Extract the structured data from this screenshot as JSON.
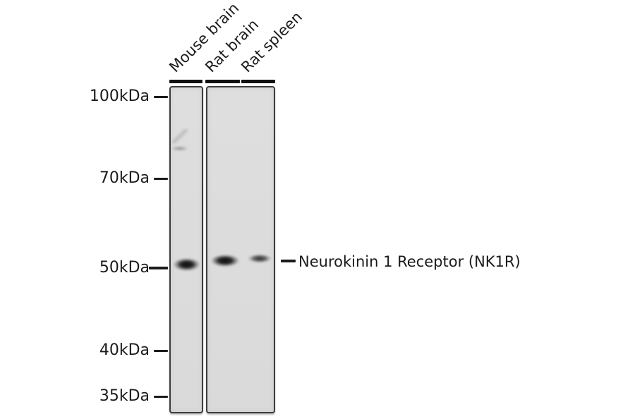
{
  "figure": {
    "type": "western-blot",
    "annotation": "Neurokinin 1 Receptor (NK1R)",
    "annotation_kda": "~50kDa"
  },
  "lanes": [
    {
      "label": "Mouse brain",
      "band": {
        "position_kda": "~50",
        "intensity": "strong"
      }
    },
    {
      "label": "Rat brain",
      "band": {
        "position_kda": "~52",
        "intensity": "strong"
      }
    },
    {
      "label": "Rat spleen",
      "band": {
        "position_kda": "~52",
        "intensity": "moderate"
      }
    }
  ],
  "markers": [
    {
      "label": "100kDa"
    },
    {
      "label": "70kDa"
    },
    {
      "label": "50kDa"
    },
    {
      "label": "40kDa"
    },
    {
      "label": "35kDa"
    }
  ],
  "colors": {
    "background": "#ffffff",
    "gel_background": "#dedede",
    "gel_border": "#3c3c3c",
    "band": "#0e0e0e",
    "text": "#1b1b1b"
  }
}
